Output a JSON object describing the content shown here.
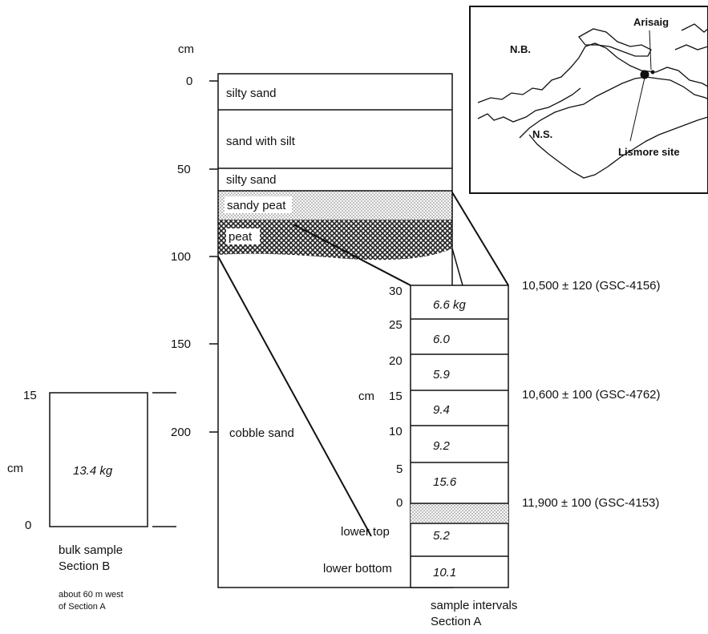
{
  "section_a": {
    "depth_unit": "cm",
    "depth_ticks": [
      "0",
      "50",
      "100",
      "150",
      "200"
    ],
    "layers": [
      "silty sand",
      "sand with silt",
      "silty sand",
      "sandy peat",
      "peat",
      "cobble sand"
    ],
    "caption_line1": "sample intervals",
    "caption_line2": "Section A"
  },
  "sample_intervals": {
    "unit": "cm",
    "ticks": [
      "30",
      "25",
      "20",
      "15",
      "10",
      "5",
      "0"
    ],
    "weights": [
      "6.6 kg",
      "6.0",
      "5.9",
      "9.4",
      "9.2",
      "15.6",
      "5.2",
      "10.1"
    ],
    "lower_labels": [
      "lower top",
      "lower bottom"
    ]
  },
  "dates": [
    "10,500 ± 120 (GSC-4156)",
    "10,600 ± 100 (GSC-4762)",
    "11,900 ± 100 (GSC-4153)"
  ],
  "section_b": {
    "unit": "cm",
    "ticks": [
      "15",
      "0"
    ],
    "weight": "13.4 kg",
    "caption_line1": "bulk sample",
    "caption_line2": "Section B",
    "note_line1": "about 60 m west",
    "note_line2": "of Section A"
  },
  "map": {
    "labels": [
      "N.B.",
      "N.S.",
      "Arisaig",
      "Lismore site"
    ]
  }
}
